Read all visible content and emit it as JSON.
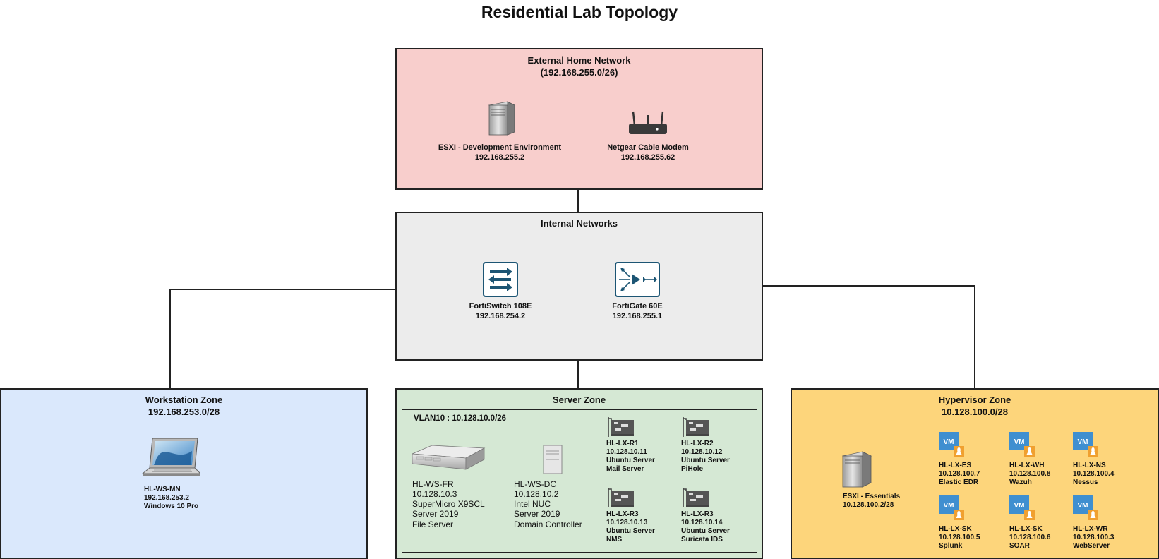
{
  "title": "Residential Lab Topology",
  "colors": {
    "external_bg": "#f8cecc",
    "internal_bg": "#ececec",
    "workstation_bg": "#dae8fc",
    "server_bg": "#d5e8d4",
    "hypervisor_bg": "#fdd57b",
    "cisco_blue": "#1c5574",
    "vm_blue": "#3f8fd0",
    "linux_orange": "#f0a030"
  },
  "external": {
    "title": "External Home Network",
    "subnet": "(192.168.255.0/26)",
    "devices": [
      {
        "name": "ESXI - Development Environment",
        "ip": "192.168.255.2",
        "icon": "server-tower-icon"
      },
      {
        "name": "Netgear Cable Modem",
        "ip": "192.168.255.62",
        "icon": "router-icon"
      }
    ]
  },
  "internal": {
    "title": "Internal Networks",
    "devices": [
      {
        "name": "FortiSwitch 108E",
        "ip": "192.168.254.2",
        "icon": "switch-icon"
      },
      {
        "name": "FortiGate 60E",
        "ip": "192.168.255.1",
        "icon": "firewall-icon"
      }
    ]
  },
  "workstation": {
    "title": "Workstation Zone",
    "subnet": "192.168.253.0/28",
    "device": {
      "host": "HL-WS-MN",
      "ip": "192.168.253.2",
      "os": "Windows 10 Pro",
      "icon": "laptop-icon"
    }
  },
  "server": {
    "title": "Server Zone",
    "vlan": "VLAN10 : 10.128.10.0/26",
    "hosts": [
      {
        "host": "HL-WS-FR",
        "ip": "10.128.10.3",
        "hw": "SuperMicro X9SCL",
        "os": "Server 2019",
        "role": "File Server",
        "icon": "rack-server-icon"
      },
      {
        "host": "HL-WS-DC",
        "ip": "10.128.10.2",
        "hw": "Intel NUC",
        "os": "Server 2019",
        "role": "Domain Controller",
        "icon": "mini-pc-icon"
      }
    ],
    "nodes": [
      {
        "host": "HL-LX-R1",
        "ip": "10.128.10.11",
        "os": "Ubuntu Server",
        "role": "Mail Server",
        "icon": "network-card-icon"
      },
      {
        "host": "HL-LX-R2",
        "ip": "10.128.10.12",
        "os": "Ubuntu Server",
        "role": "PiHole",
        "icon": "network-card-icon"
      },
      {
        "host": "HL-LX-R3",
        "ip": "10.128.10.13",
        "os": "Ubuntu Server",
        "role": "NMS",
        "icon": "network-card-icon"
      },
      {
        "host": "HL-LX-R3",
        "ip": "10.128.10.14",
        "os": "Ubuntu Server",
        "role": "Suricata IDS",
        "icon": "network-card-icon"
      }
    ]
  },
  "hypervisor": {
    "title": "Hypervisor Zone",
    "subnet": "10.128.100.0/28",
    "host": {
      "name": "ESXI - Essentials",
      "ip": "10.128.100.2/28",
      "icon": "server-tower-icon"
    },
    "vm_badge": "VM",
    "vms": [
      {
        "host": "HL-LX-ES",
        "ip": "10.128.100.7",
        "role": "Elastic EDR"
      },
      {
        "host": "HL-LX-WH",
        "ip": "10.128.100.8",
        "role": "Wazuh"
      },
      {
        "host": "HL-LX-NS",
        "ip": "10.128.100.4",
        "role": "Nessus"
      },
      {
        "host": "HL-LX-SK",
        "ip": "10.128.100.5",
        "role": "Splunk"
      },
      {
        "host": "HL-LX-SK",
        "ip": "10.128.100.6",
        "role": "SOAR"
      },
      {
        "host": "HL-LX-WR",
        "ip": "10.128.100.3",
        "role": "WebServer"
      }
    ]
  }
}
